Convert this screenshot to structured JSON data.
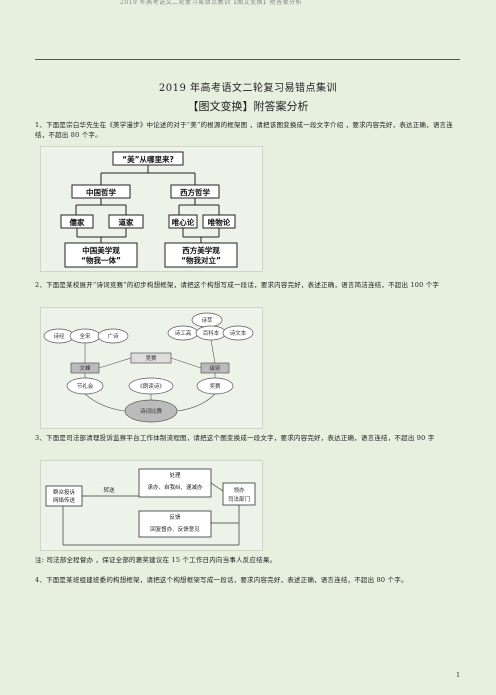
{
  "header_text": "2019 年高考语文二轮复习易错点集训【图文变换】附答案分析",
  "title": "2019 年高考语文二轮复习易错点集训",
  "subtitle": "【图文变换】附答案分析",
  "q1": {
    "text": "1、下面是宗白华先生在《美学漫步》中论述的对于“美”的根源的框架图          ，请把该图变换成一段文字介绍  ，要求内容完好，表达正确，语言连结，不超出 80 个字。",
    "diagram": {
      "root": "“美”从哪里来?",
      "left": "中国哲学",
      "right": "西方哲学",
      "left_children": [
        "儒家",
        "道家"
      ],
      "right_children": [
        "唯心论",
        "唯物论"
      ],
      "left_result": [
        "中国美学观",
        "“物我一体”"
      ],
      "right_result": [
        "西方美学观",
        "“物我对立”"
      ]
    }
  },
  "q2": {
    "text": "2、下面是某校展开“诗词竞赛”的初步构想框架，请把这个构想写成一段话，要求内容完好，表述正确，语言简洁连结，不超出 100 个字",
    "diagram": {
      "top_left": [
        "诗经",
        "全宋",
        "广诗"
      ],
      "top_right": [
        "诗萃",
        "诗工高",
        "百科本",
        "诗文本"
      ],
      "center": "竞赛",
      "left_mid": "文峰",
      "right_mid": "级别",
      "left_low": "节礼会",
      "mid_low": "《朗读诗》",
      "right_low": "奖赛",
      "bottom": "诗词比赛"
    }
  },
  "q3": {
    "text": "3、下面是司法部清理投诉监察平台工作体制流程图，请把这个图变换成一段文字，要求内容完好，表达正确，语言连结，不超出 90 字",
    "diagram": {
      "left_box": [
        "群众投诉",
        "网络传送"
      ],
      "flow1": "转送",
      "top_box_title": "处理",
      "top_box_body": "承办、自我纠、速减办",
      "right_box": [
        "领办",
        "司法部门"
      ],
      "bottom_box_title": "反馈",
      "bottom_box_body": "回复督办、反馈意见"
    },
    "note": "注: 司法部全程督办  ，保证全部的褒奖建议在      15 个工作日内向当事人反应结果。"
  },
  "q4": {
    "text": "4、下面是某班组建班委的构想框架，请把这个构想框架写成一段话，要求内容完好，表述正确，语言连结，不超出 80 个字。"
  },
  "page_number": "1"
}
